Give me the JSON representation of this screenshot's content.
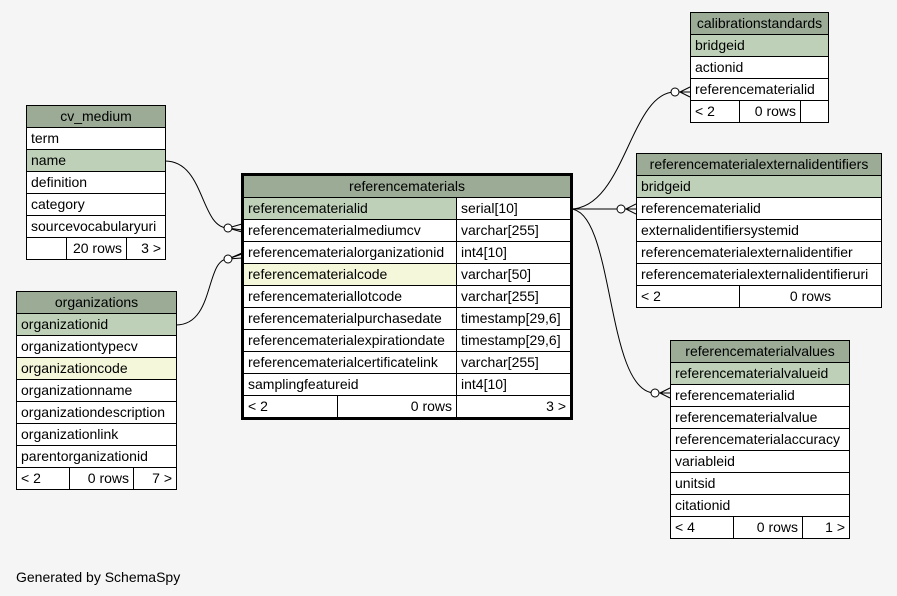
{
  "cv_medium": {
    "title": "cv_medium",
    "rows": [
      "term",
      "name",
      "definition",
      "category",
      "sourcevocabularyuri"
    ],
    "footer": [
      "",
      "20 rows",
      "3 >"
    ]
  },
  "organizations": {
    "title": "organizations",
    "rows": [
      "organizationid",
      "organizationtypecv",
      "organizationcode",
      "organizationname",
      "organizationdescription",
      "organizationlink",
      "parentorganizationid"
    ],
    "footer": [
      "< 2",
      "0 rows",
      "7 >"
    ]
  },
  "referencematerials": {
    "title": "referencematerials",
    "rows": [
      {
        "name": "referencematerialid",
        "type": "serial[10]"
      },
      {
        "name": "referencematerialmediumcv",
        "type": "varchar[255]"
      },
      {
        "name": "referencematerialorganizationid",
        "type": "int4[10]"
      },
      {
        "name": "referencematerialcode",
        "type": "varchar[50]"
      },
      {
        "name": "referencemateriallotcode",
        "type": "varchar[255]"
      },
      {
        "name": "referencematerialpurchasedate",
        "type": "timestamp[29,6]"
      },
      {
        "name": "referencematerialexpirationdate",
        "type": "timestamp[29,6]"
      },
      {
        "name": "referencematerialcertificatelink",
        "type": "varchar[255]"
      },
      {
        "name": "samplingfeatureid",
        "type": "int4[10]"
      }
    ],
    "footer": [
      "< 2",
      "0 rows",
      "3 >"
    ]
  },
  "calibrationstandards": {
    "title": "calibrationstandards",
    "rows": [
      "bridgeid",
      "actionid",
      "referencematerialid"
    ],
    "footer": [
      "< 2",
      "0 rows",
      ""
    ]
  },
  "referencematerialexternalidentifiers": {
    "title": "referencematerialexternalidentifiers",
    "rows": [
      "bridgeid",
      "referencematerialid",
      "externalidentifiersystemid",
      "referencematerialexternalidentifier",
      "referencematerialexternalidentifieruri"
    ],
    "footer": [
      "< 2",
      "0 rows"
    ]
  },
  "referencematerialvalues": {
    "title": "referencematerialvalues",
    "rows": [
      "referencematerialvalueid",
      "referencematerialid",
      "referencematerialvalue",
      "referencematerialaccuracy",
      "variableid",
      "unitsid",
      "citationid"
    ],
    "footer": [
      "< 4",
      "0 rows",
      "1 >"
    ]
  },
  "footer_text": "Generated by SchemaSpy"
}
